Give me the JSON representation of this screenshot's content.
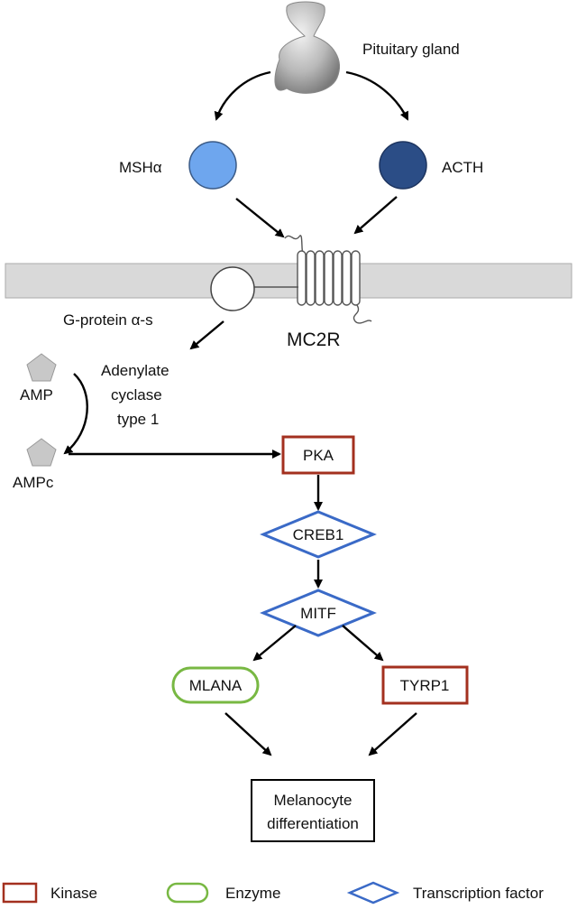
{
  "labels": {
    "pituitary": "Pituitary gland",
    "msh": "MSHα",
    "acth": "ACTH",
    "gprotein": "G-protein α-s",
    "receptor": "MC2R",
    "amp": "AMP",
    "ampc": "AMPc",
    "adenylate_1": "Adenylate",
    "adenylate_2": "cyclase",
    "adenylate_3": "type 1"
  },
  "nodes": {
    "pka": "PKA",
    "creb1": "CREB1",
    "mitf": "MITF",
    "mlana": "MLANA",
    "tyrp1": "TYRP1",
    "outcome_1": "Melanocyte",
    "outcome_2": "differentiation"
  },
  "legend": {
    "kinase": "Kinase",
    "enzyme": "Enzyme",
    "tf": "Transcription factor"
  },
  "colors": {
    "kinase": "#a3301f",
    "enzyme": "#78b843",
    "tf": "#3a6ac7",
    "msh": "#6ea6ee",
    "acth": "#2b4d86",
    "membrane": "#d9d9d9",
    "nucleotide": "#c8c8c8"
  }
}
